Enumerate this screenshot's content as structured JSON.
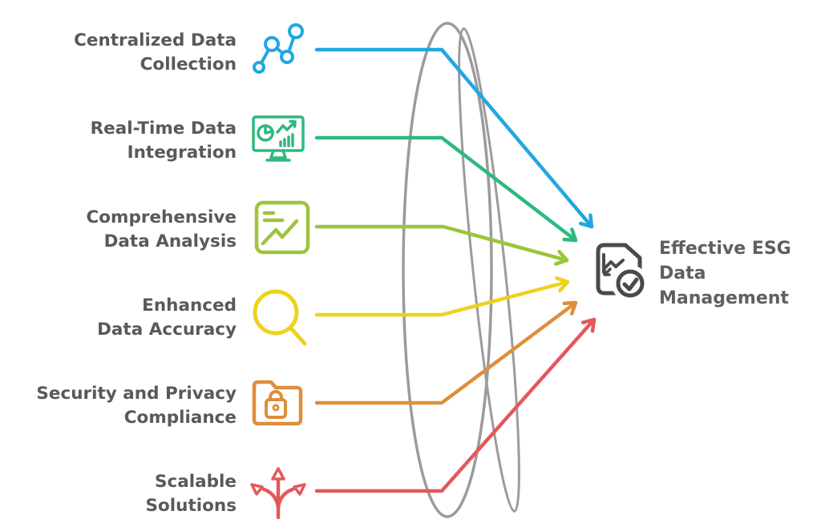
{
  "diagram": {
    "background": "#FFFFFF",
    "lens": {
      "color": "#9B9B9B",
      "description": "two tall overlapping funnel ellipses"
    },
    "text_color": "#58595B",
    "items": [
      {
        "label_line1": "Centralized Data",
        "label_line2": "Collection",
        "color": "#22A7E0",
        "icon": "scatter-line-chart-icon"
      },
      {
        "label_line1": "Real-Time Data",
        "label_line2": "Integration",
        "color": "#2EB97D",
        "icon": "monitor-analytics-icon"
      },
      {
        "label_line1": "Comprehensive",
        "label_line2": "Data Analysis",
        "color": "#9DC43C",
        "icon": "analysis-board-icon"
      },
      {
        "label_line1": "Enhanced",
        "label_line2": "Data Accuracy",
        "color": "#EDD21E",
        "icon": "magnifying-glass-icon"
      },
      {
        "label_line1": "Security and Privacy",
        "label_line2": "Compliance",
        "color": "#DF8E3B",
        "icon": "secure-folder-icon"
      },
      {
        "label_line1": "Scalable",
        "label_line2": "Solutions",
        "color": "#E2595C",
        "icon": "branch-arrows-icon"
      }
    ],
    "result": {
      "title_lines": [
        "Effective ESG",
        "Data",
        "Management"
      ],
      "icon": "document-check-icon",
      "icon_color": "#4A4A4C",
      "text_color": "#5E5F62"
    }
  }
}
